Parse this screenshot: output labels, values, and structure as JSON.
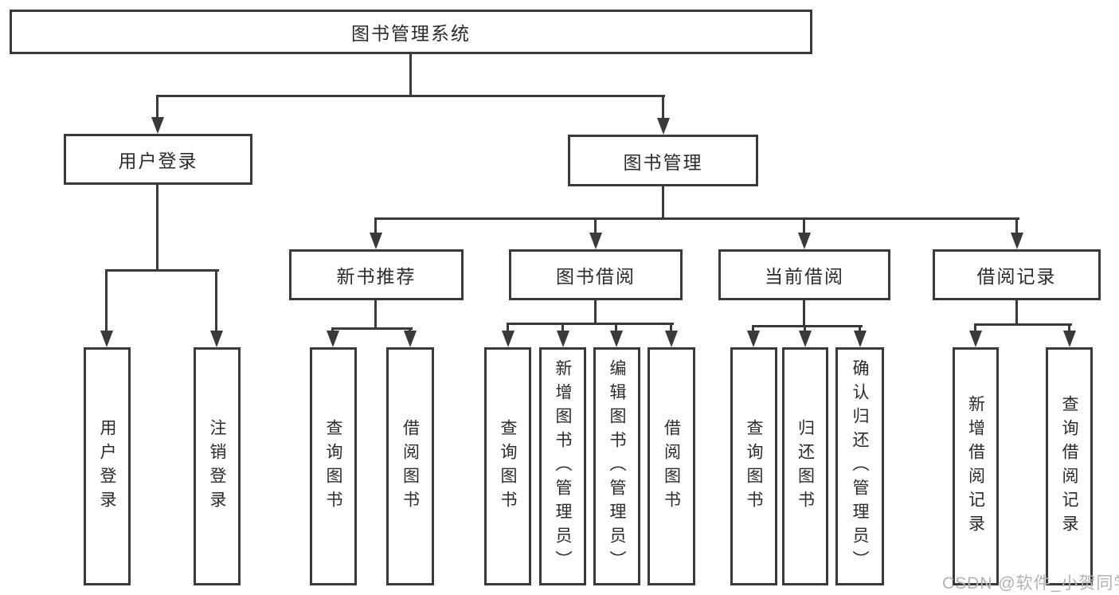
{
  "diagram": {
    "title": "图书管理系统",
    "colors": {
      "line": "#3a3a3a",
      "text": "#2b2b2b",
      "background": "#ffffff",
      "watermark": "#b3b3b3"
    },
    "nodes": {
      "root": "图书管理系统",
      "user_login": "用户登录",
      "book_mgmt": "图书管理",
      "new_book_rec": "新书推荐",
      "book_borrow": "图书借阅",
      "current_borrow": "当前借阅",
      "borrow_records": "借阅记录",
      "ul_login": "用户登录",
      "ul_logout": "注销登录",
      "nb_query": "查询图书",
      "nb_borrow": "借阅图书",
      "bb_query": "查询图书",
      "bb_add": "新增图书（管理员）",
      "bb_edit": "编辑图书（管理员）",
      "bb_borrow": "借阅图书",
      "cb_query": "查询图书",
      "cb_return": "归还图书",
      "cb_confirm": "确认归还（管理员）",
      "br_add": "新增借阅记录",
      "br_query": "查询借阅记录"
    },
    "hierarchy": {
      "图书管理系统": {
        "用户登录": [
          "用户登录",
          "注销登录"
        ],
        "图书管理": {
          "新书推荐": [
            "查询图书",
            "借阅图书"
          ],
          "图书借阅": [
            "查询图书",
            "新增图书（管理员）",
            "编辑图书（管理员）",
            "借阅图书"
          ],
          "当前借阅": [
            "查询图书",
            "归还图书",
            "确认归还（管理员）"
          ],
          "借阅记录": [
            "新增借阅记录",
            "查询借阅记录"
          ]
        }
      }
    }
  },
  "watermark": "CSDN @软件_小贺同学"
}
